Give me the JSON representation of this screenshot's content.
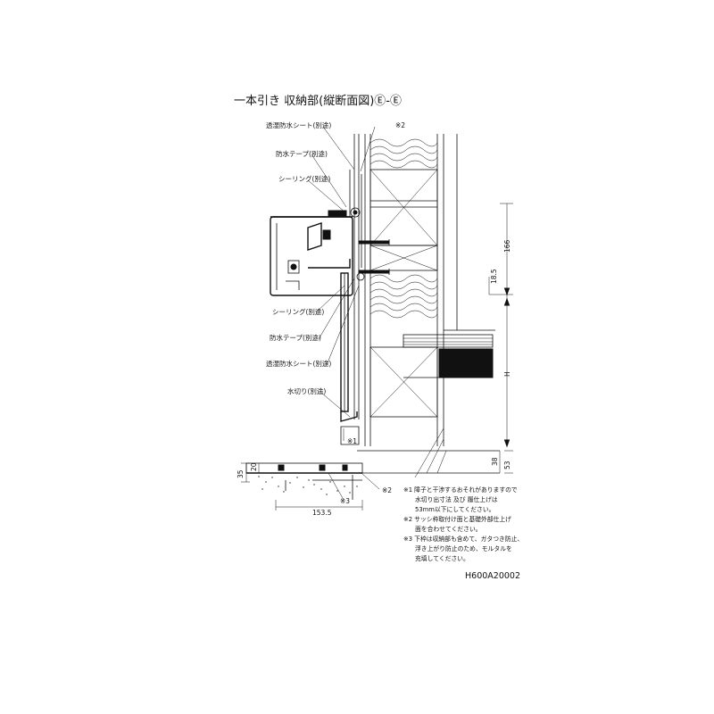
{
  "title": "一本引き 収納部(縦断面図)Ⓔ-Ⓔ",
  "labels": {
    "upper_sheet": "透湿防水シート(別途)",
    "upper_tape": "防水テープ(別途)",
    "upper_sealing": "シーリング(別途)",
    "lower_sealing": "シーリング(別途)",
    "lower_tape": "防水テープ(別途)",
    "lower_sheet": "透湿防水シート(別途)",
    "drip": "水切り(別途)"
  },
  "markers": {
    "m1": "※1",
    "m2_top": "※2",
    "m2_bottom": "※2",
    "m3": "※3"
  },
  "dimensions": {
    "d166": "166",
    "d18_5": "18.5",
    "dH": "H",
    "d38": "38",
    "d53": "53",
    "d35": "35",
    "d20": "20",
    "d153_5": "153.5"
  },
  "notes": [
    "※1 障子と干渉するおそれがありますので",
    "水切り出寸法 及び 履仕上げは",
    "53mm以下にしてください。",
    "※2 サッシ枠取付け面と基礎外部仕上げ",
    "面を合わせてください。",
    "※3 下枠は収納部も含めて、ガタつき防止、",
    "浮き上がり防止のため、モルタルを",
    "充填してください。"
  ],
  "drawing_code": "H600A20002"
}
